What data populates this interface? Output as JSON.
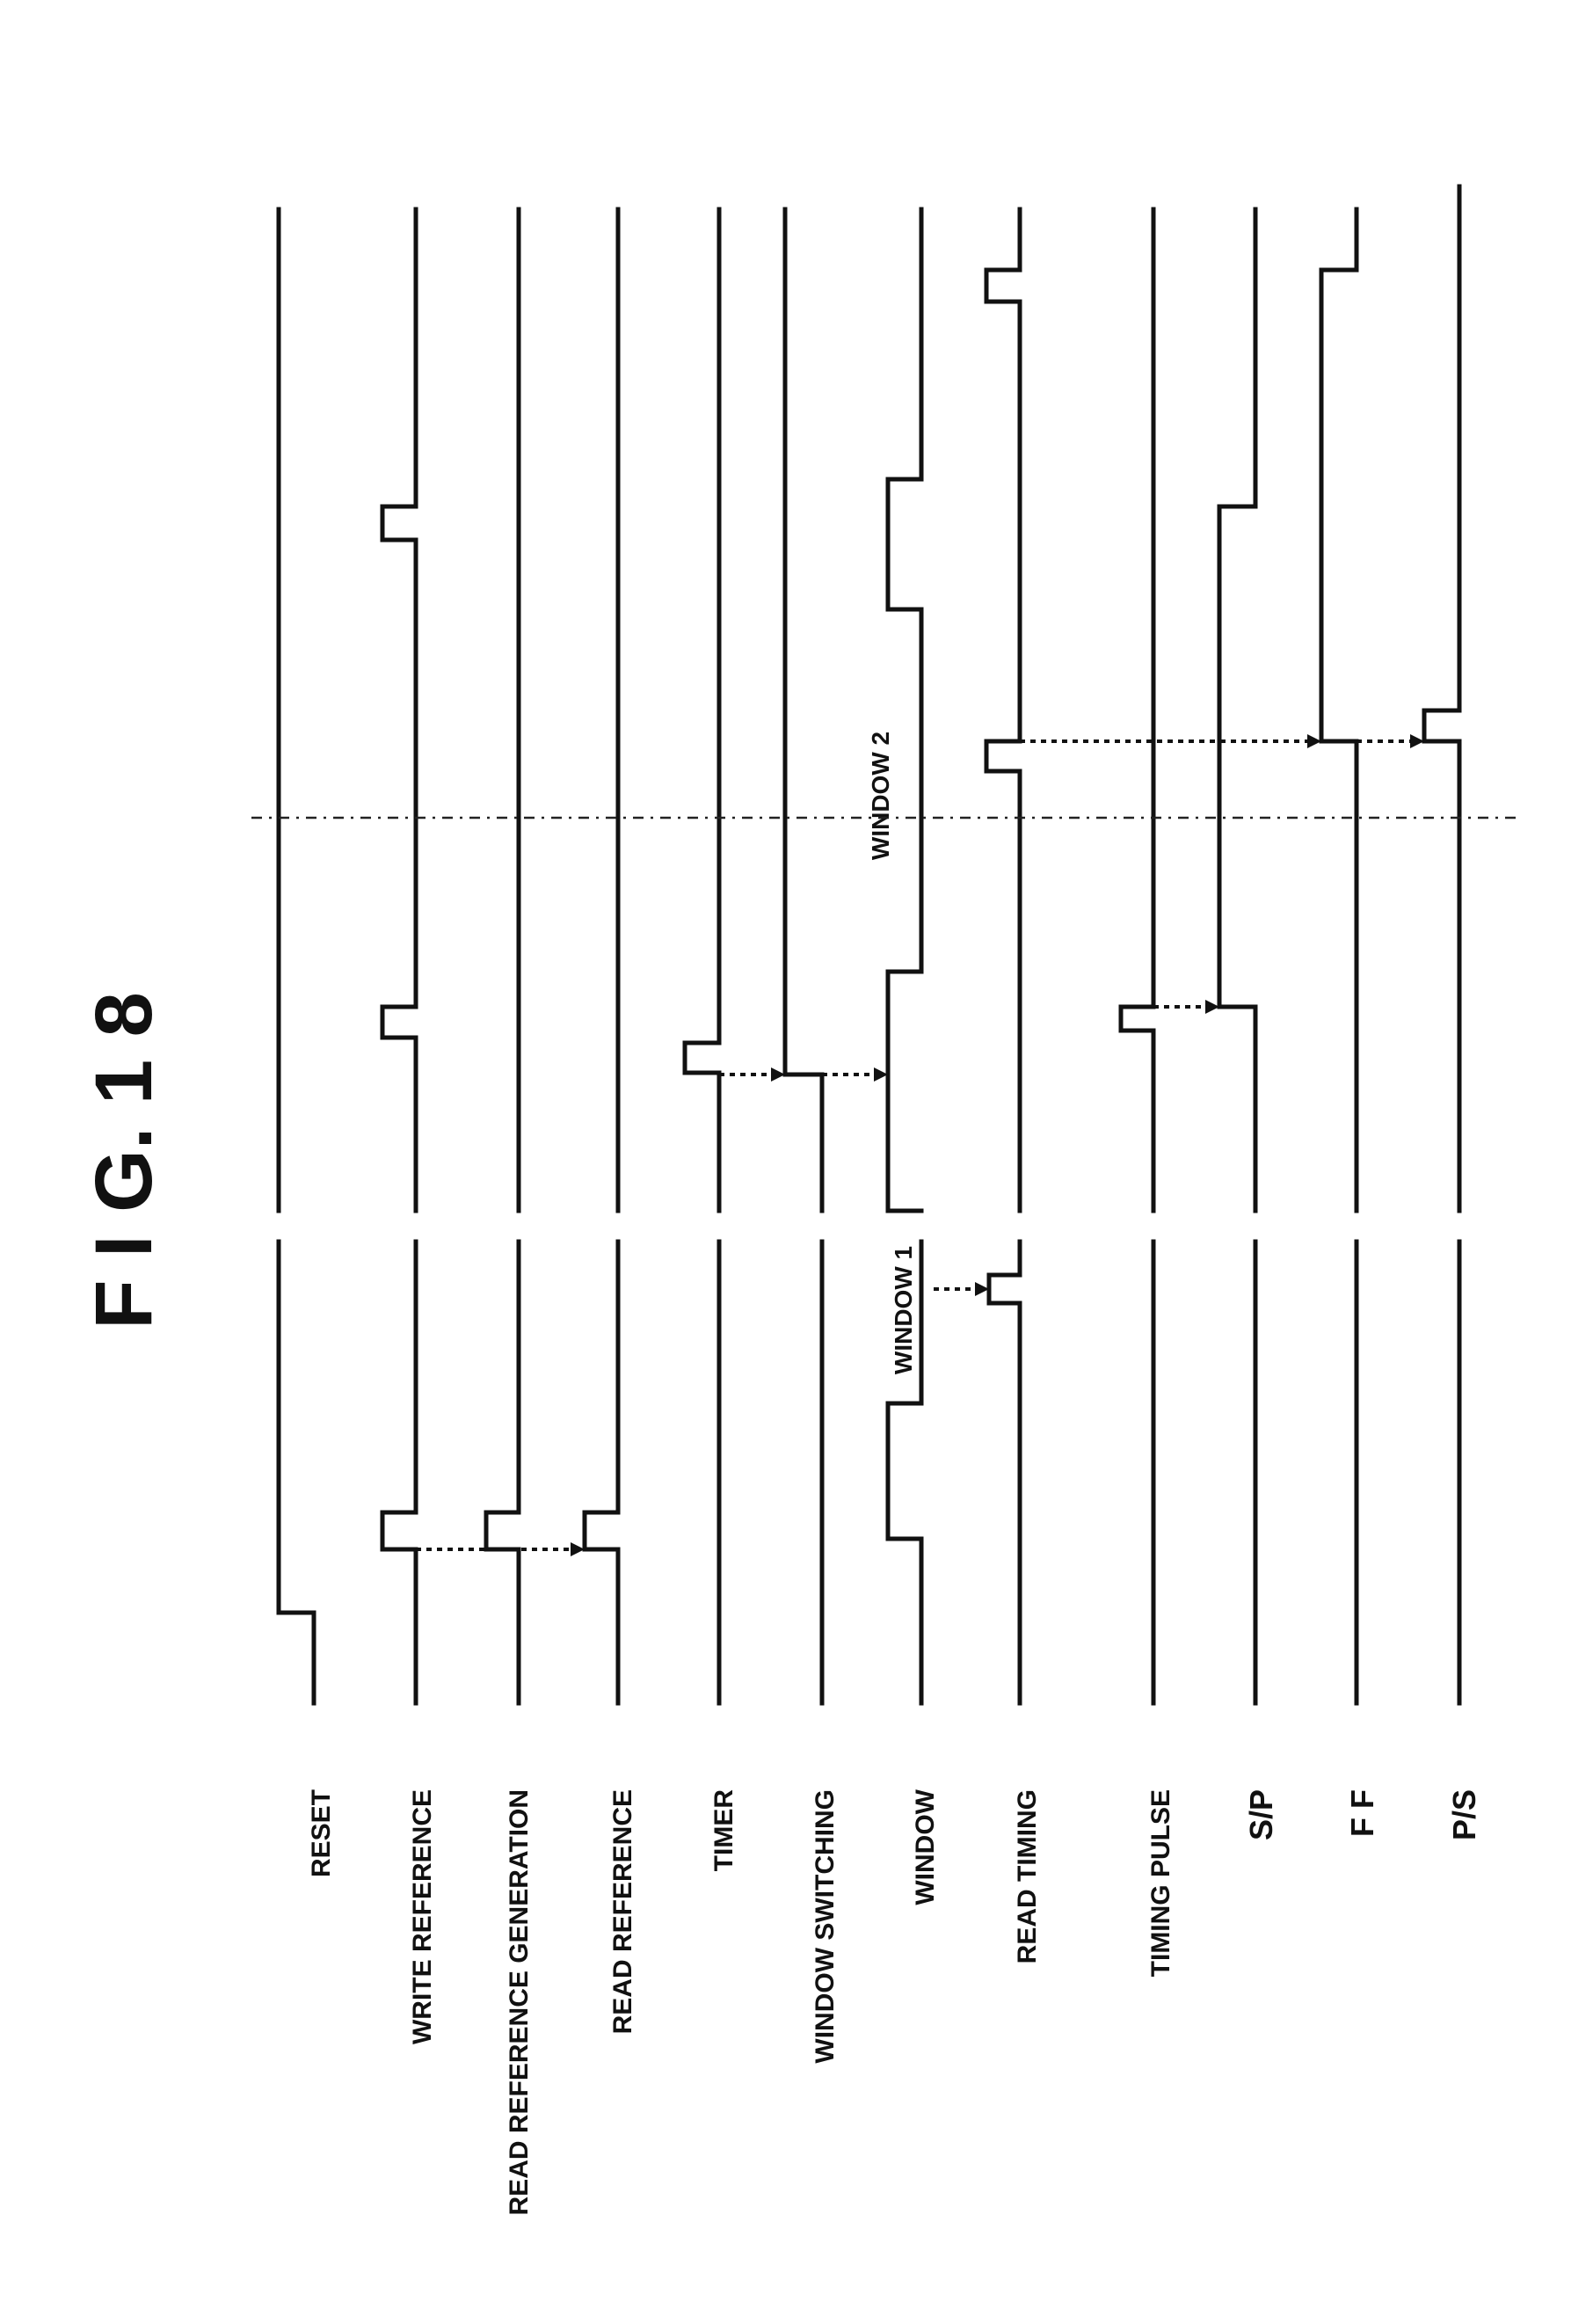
{
  "figure": {
    "title": "F I G. 1 8",
    "signals": [
      {
        "id": "reset",
        "label": "RESET"
      },
      {
        "id": "write-reference",
        "label": "WRITE REFERENCE"
      },
      {
        "id": "read-reference-generation",
        "label": "READ REFERENCE GENERATION"
      },
      {
        "id": "read-reference",
        "label": "READ REFERENCE"
      },
      {
        "id": "timer",
        "label": "TIMER"
      },
      {
        "id": "window-switching",
        "label": "WINDOW SWITCHING"
      },
      {
        "id": "window",
        "label": "WINDOW"
      },
      {
        "id": "read-timing",
        "label": "READ TIMING"
      },
      {
        "id": "timing-pulse",
        "label": "TIMING PULSE"
      },
      {
        "id": "s-p",
        "label": "S/P"
      },
      {
        "id": "ff",
        "label": "F F"
      },
      {
        "id": "p-s",
        "label": "P/S"
      }
    ],
    "annotations": {
      "window1": "WINDOW 1",
      "window2": "WINDOW 2"
    },
    "colors": {
      "ink": "#111111",
      "background": "#ffffff"
    }
  }
}
